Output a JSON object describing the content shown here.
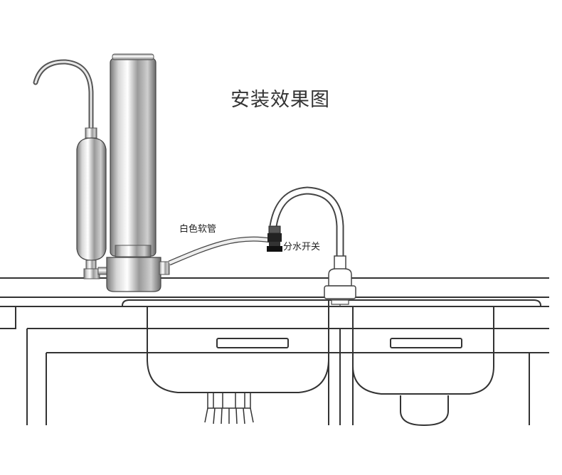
{
  "title": "安装效果图",
  "labels": {
    "hose": "白色软管",
    "diverter_valve": "分水开关"
  },
  "colors": {
    "line": "#333333",
    "steel_dark": "#6e6e6e",
    "steel_light": "#f2f2f2",
    "hose": "#dcdcdc"
  }
}
